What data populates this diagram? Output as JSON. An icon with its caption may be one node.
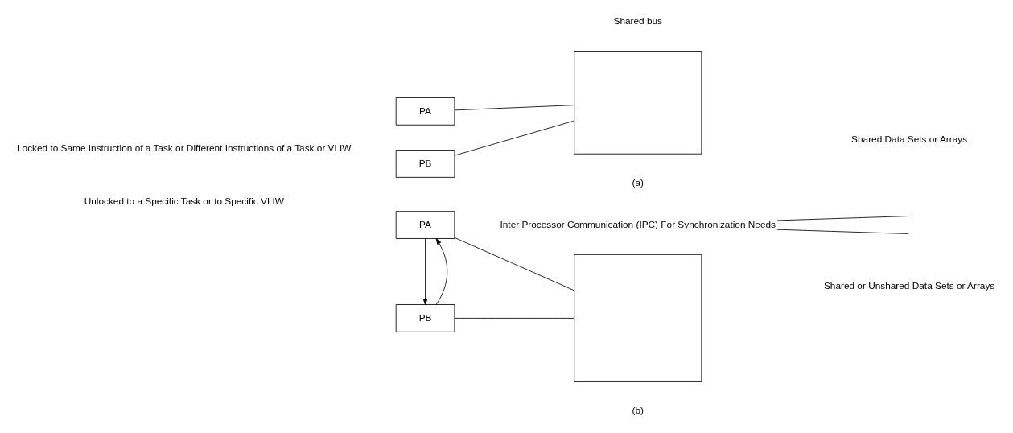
{
  "diagram": {
    "nodes": [
      {
        "text": [
          "PA"
        ]
      },
      {
        "text": [
          "PB"
        ]
      },
      {
        "text": [],
        "shape": "box"
      },
      {
        "text": [
          "PA"
        ]
      },
      {
        "text": [
          "PB"
        ]
      },
      {
        "text": [],
        "shape": "box"
      },
      {
        "text": [
          "Inter Processor Communication (IPC) For Synchronization Needs"
        ]
      }
    ],
    "edges": [
      {
        "from": 0,
        "to": 2,
        "arrow": "none"
      },
      {
        "from": 1,
        "to": 2,
        "arrow": "none"
      },
      {
        "from": 3,
        "to": 5,
        "arrow": "none"
      },
      {
        "from": 4,
        "to": 5,
        "arrow": "none"
      },
      {
        "from": 4,
        "to": 3,
        "arrow": "to"
      },
      {
        "from": 3,
        "to": 4,
        "arrow": "to"
      },
      {
        "from": 6,
        "to": null,
        "arrow": "none"
      },
      {
        "from": 6,
        "to": null,
        "arrow": "none"
      }
    ],
    "labels": [
      "Locked to Same Instruction of a Task or Different Instructions of a Task or VLIW",
      "Shared bus",
      "Shared Data Sets or Arrays",
      "(a)",
      "Unlocked to a Specific Task or to Specific VLIW",
      "Shared or Unshared Data Sets or Arrays",
      "(b)"
    ]
  }
}
